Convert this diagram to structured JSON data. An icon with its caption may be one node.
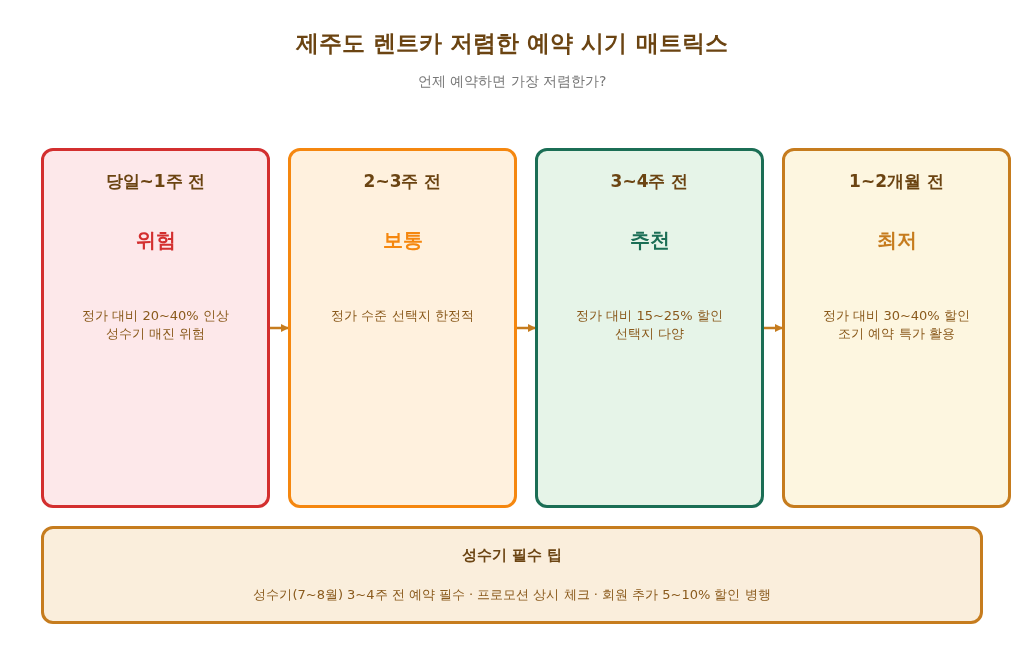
{
  "diagram": {
    "title": "제주도 렌트카 저렴한 예약 시기 매트릭스",
    "caption": "언제 예약하면 가장 저렴한가?",
    "nodes": [
      {
        "text": [
          "당일~1주 전",
          "위험",
          "정가 대비 20~40% 인상 성수기 매진 위험"
        ]
      },
      {
        "text": [
          "2~3주 전",
          "보통",
          "정가 수준 선택지 한정적"
        ]
      },
      {
        "text": [
          "3~4주 전",
          "추천",
          "정가 대비 15~25% 할인 선택지 다양"
        ]
      },
      {
        "text": [
          "1~2개월 전",
          "최저",
          "정가 대비 30~40% 할인 조기 예약 특가 활용"
        ]
      },
      {
        "text": [
          "성수기 필수 팁",
          "성수기(7~8월) 3~4주 전 예약 필수 · 프로모션 상시 체크 · 회원 추가 5~10% 할인 병행"
        ]
      }
    ],
    "edges": [
      {
        "from": 0,
        "to": 1,
        "arrow": "to"
      },
      {
        "from": 1,
        "to": 2,
        "arrow": "to"
      },
      {
        "from": 2,
        "to": 3,
        "arrow": "to"
      }
    ]
  }
}
